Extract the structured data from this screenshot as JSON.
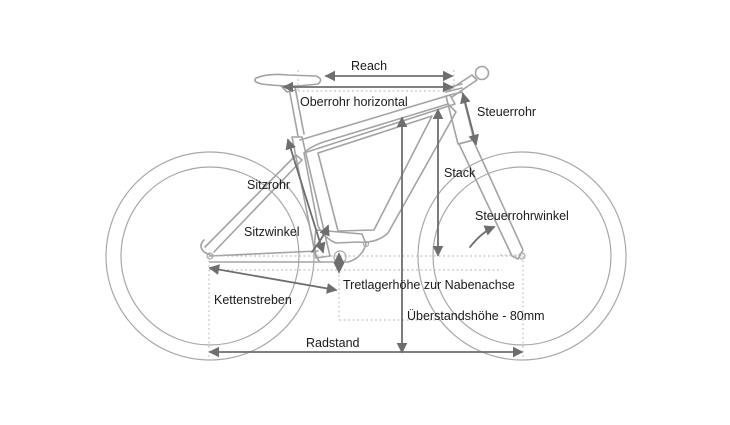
{
  "labels": {
    "reach": "Reach",
    "top_tube_horizontal": "Oberrohr horizontal",
    "head_tube": "Steuerrohr",
    "stack": "Stack",
    "seat_tube": "Sitzrohr",
    "seat_angle": "Sitzwinkel",
    "head_angle": "Steuerrohrwinkel",
    "bb_drop": "Tretlagerhöhe zur Nabenachse",
    "chainstays": "Kettenstreben",
    "standover": "Überstandshöhe - 80mm",
    "wheelbase": "Radstand"
  },
  "colors": {
    "frame_lines": "#a3a3a3",
    "measure_arrows": "#6e6e6e",
    "text": "#1a1a1a",
    "background": "#ffffff"
  }
}
